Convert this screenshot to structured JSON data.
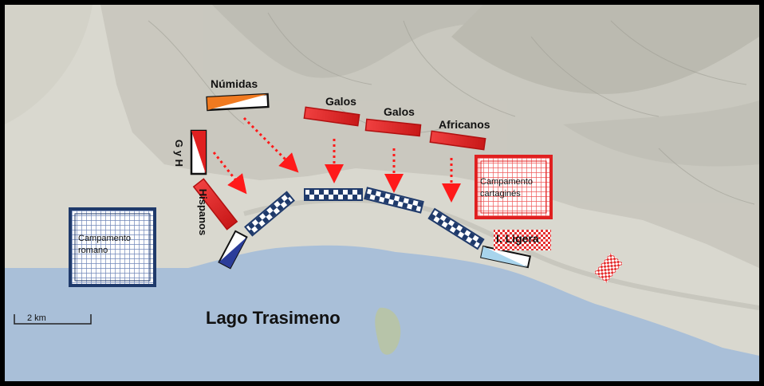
{
  "map": {
    "lake_label": "Lago Trasimeno",
    "scale_label": "2 km",
    "colors": {
      "land": "#d9d8cf",
      "hills": "#b9b8ae",
      "water": "#a9bfd8",
      "roman": "#1f3a6b",
      "carthaginian": "#e02020",
      "numidian": "#f07a20",
      "light_infantry": "#a8d4ec"
    },
    "units": {
      "numidas": "Númidas",
      "galos_1": "Galos",
      "galos_2": "Galos",
      "africanos": "Africanos",
      "g_y_h": "G y H",
      "hispanos": "Hispanos",
      "ligera": "I. Ligera"
    },
    "camps": {
      "roman_line1": "Campamento",
      "roman_line2": "romano",
      "carthaginian_line1": "Campamento",
      "carthaginian_line2": "cartaginés"
    }
  }
}
